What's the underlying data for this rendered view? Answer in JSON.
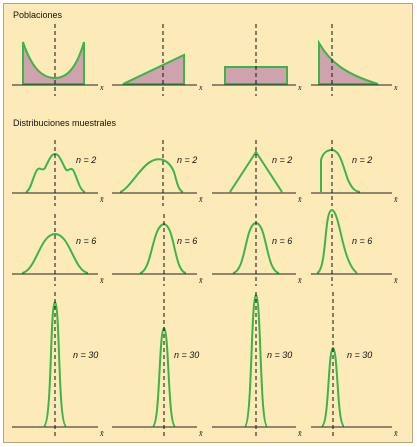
{
  "section_titles": {
    "populations": "Poblaciones",
    "sampling": "Distribuciones muestrales"
  },
  "population_axis_label": "x",
  "sample_axis_label": "x̄",
  "sample_sizes": [
    {
      "label": "n = 2"
    },
    {
      "label": "n = 6"
    },
    {
      "label": "n = 30"
    }
  ],
  "population_shapes": [
    "u-shaped",
    "right-triangular",
    "uniform",
    "exponential"
  ],
  "colors": {
    "background": "#fcebb8",
    "curve": "#3cb44a",
    "fill": "#cfa3ad",
    "axis": "#222222"
  }
}
